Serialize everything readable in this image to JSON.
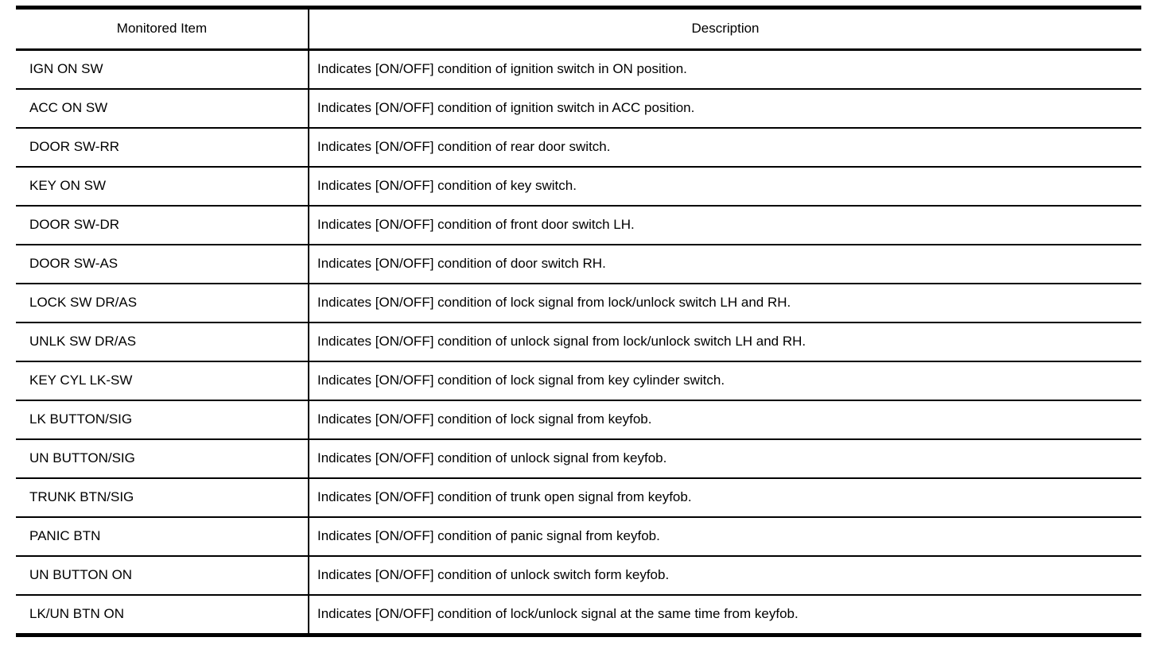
{
  "table": {
    "columns": {
      "item": "Monitored Item",
      "description": "Description"
    },
    "rows": [
      {
        "item": "IGN ON SW",
        "description": "Indicates [ON/OFF] condition of ignition switch in ON position."
      },
      {
        "item": "ACC ON SW",
        "description": "Indicates [ON/OFF] condition of ignition switch in ACC position."
      },
      {
        "item": "DOOR SW-RR",
        "description": "Indicates [ON/OFF] condition of rear door switch."
      },
      {
        "item": "KEY ON SW",
        "description": "Indicates [ON/OFF] condition of key switch."
      },
      {
        "item": "DOOR SW-DR",
        "description": "Indicates [ON/OFF] condition of front door switch LH."
      },
      {
        "item": "DOOR SW-AS",
        "description": "Indicates [ON/OFF] condition of door switch RH."
      },
      {
        "item": "LOCK SW DR/AS",
        "description": "Indicates [ON/OFF] condition of lock signal from lock/unlock switch LH and RH."
      },
      {
        "item": "UNLK SW DR/AS",
        "description": "Indicates [ON/OFF] condition of unlock signal from lock/unlock switch LH and RH."
      },
      {
        "item": "KEY CYL LK-SW",
        "description": "Indicates [ON/OFF] condition of lock signal from key cylinder switch."
      },
      {
        "item": "LK BUTTON/SIG",
        "description": "Indicates [ON/OFF] condition of lock signal from keyfob."
      },
      {
        "item": "UN BUTTON/SIG",
        "description": "Indicates [ON/OFF] condition of unlock signal from keyfob."
      },
      {
        "item": "TRUNK BTN/SIG",
        "description": "Indicates [ON/OFF] condition of trunk open signal from keyfob."
      },
      {
        "item": "PANIC BTN",
        "description": "Indicates [ON/OFF] condition of panic signal from keyfob."
      },
      {
        "item": "UN BUTTON ON",
        "description": "Indicates [ON/OFF] condition of unlock switch form keyfob."
      },
      {
        "item": "LK/UN BTN ON",
        "description": "Indicates [ON/OFF] condition of lock/unlock signal at the same time from keyfob."
      }
    ],
    "colors": {
      "border": "#000000",
      "text": "#000000",
      "background": "#ffffff"
    }
  }
}
